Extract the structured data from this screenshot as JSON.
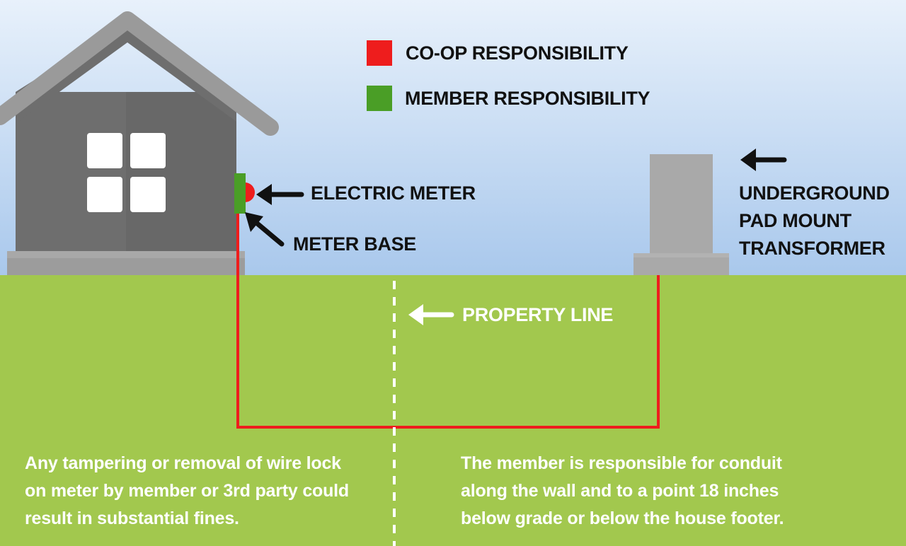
{
  "legend": {
    "coop_label": "CO-OP RESPONSIBILITY",
    "member_label": "MEMBER RESPONSIBILITY",
    "coop_color": "#ee1d1d",
    "member_color": "#4a9e26"
  },
  "labels": {
    "electric_meter": "ELECTRIC METER",
    "meter_base": "METER BASE",
    "transformer_line1": "UNDERGROUND",
    "transformer_line2": "PAD MOUNT",
    "transformer_line3": "TRANSFORMER",
    "property_line": "PROPERTY LINE"
  },
  "notes": {
    "left_lines": [
      "Any tampering or removal of wire lock",
      "on meter by member or 3rd party could",
      "result in substantial fines."
    ],
    "right_lines": [
      "The member is responsible for conduit",
      "along the wall and to a point 18 inches",
      "below grade or below the house footer."
    ]
  },
  "colors": {
    "sky_top": "#e8f1fb",
    "sky_bottom": "#a9c8ec",
    "grass": "#a2c84e",
    "house": "#6e6e6e",
    "roof": "#9a9a9a",
    "transformer": "#a9a9a9",
    "wire": "#ee1d1d"
  }
}
